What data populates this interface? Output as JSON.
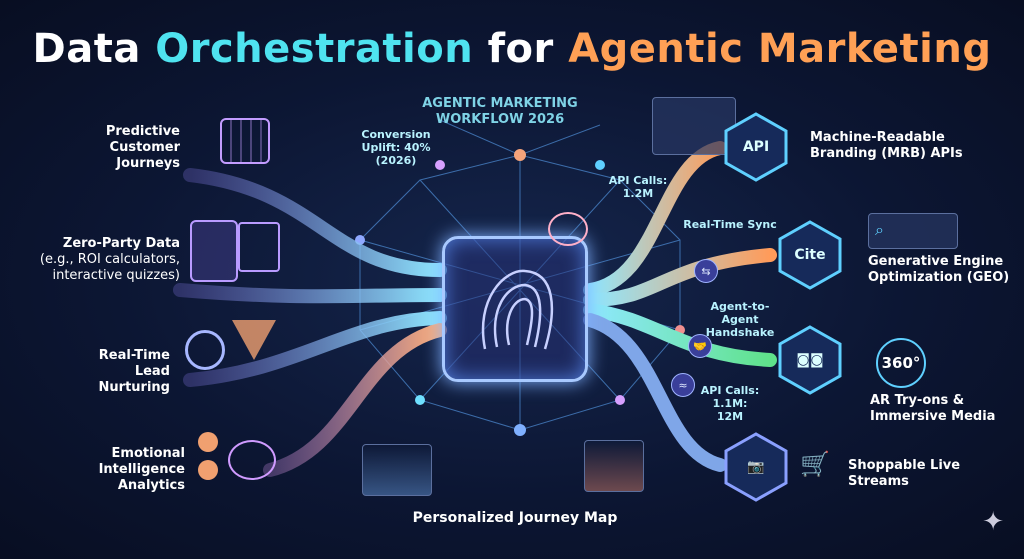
{
  "title": {
    "part1": "Data ",
    "part2": "Orchestration",
    "part3": " for ",
    "part4": "Agentic Marketing"
  },
  "workflow_title": "AGENTIC MARKETING WORKFLOW 2026",
  "inputs": [
    {
      "label": "Predictive Customer Journeys",
      "icon": "calendar-icon"
    },
    {
      "label": "Zero-Party Data",
      "sub": "(e.g., ROI calculators, interactive quizzes)",
      "icon": "calculator-icon"
    },
    {
      "label": "Real-Time Lead Nurturing",
      "icon": "magnifier-funnel-icon"
    },
    {
      "label": "Emotional Intelligence Analytics",
      "icon": "brain-icon"
    }
  ],
  "annotations": {
    "conversion": "Conversion Uplift: 40% (2026)",
    "api_calls_1": "API Calls: 1.2M",
    "realtime_sync": "Real-Time Sync",
    "handshake": "Agent-to-Agent Handshake",
    "api_calls_2": "API Calls: 1.1M: 12M"
  },
  "outputs": [
    {
      "label": "Machine-Readable Branding (MRB) APIs",
      "hex_text": "API",
      "color": "#ff9b5a"
    },
    {
      "label": "Generative Engine Optimization (GEO)",
      "hex_text": "Cite",
      "color": "#ffb070"
    },
    {
      "label": "AR Try-ons & Immersive Media",
      "hex_text": "360°",
      "color": "#6fe39a"
    },
    {
      "label": "Shoppable Live Streams",
      "hex_text": "",
      "color": "#8aa0ff"
    }
  ],
  "bottom_label": "Personalized Journey Map"
}
